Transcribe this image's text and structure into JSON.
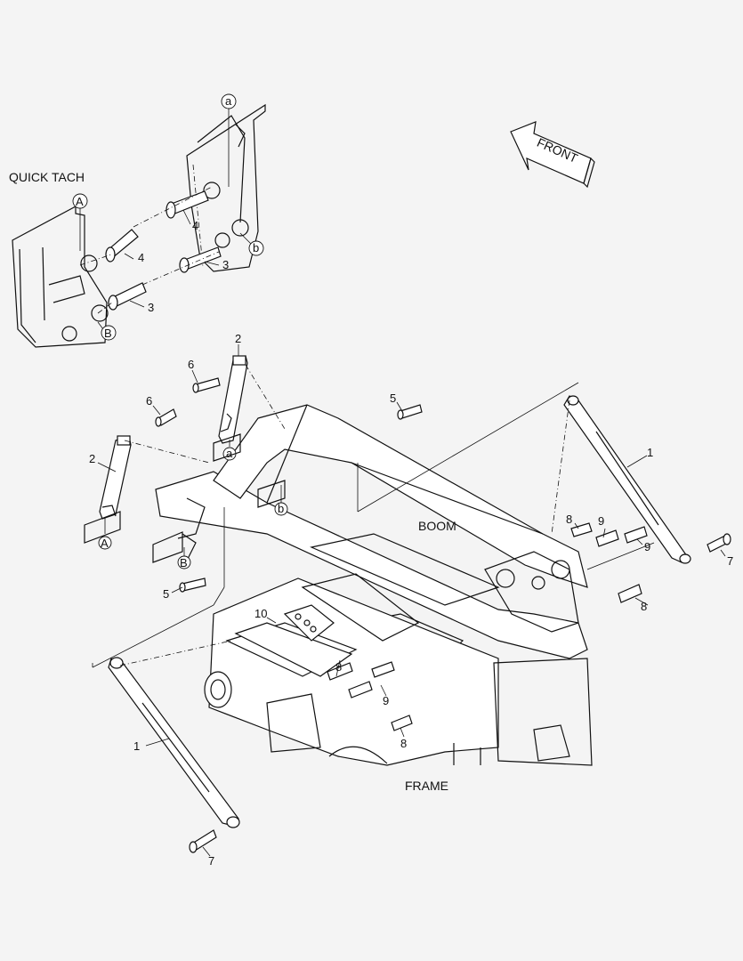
{
  "section_labels": {
    "quick_tach": "QUICK TACH",
    "boom": "BOOM",
    "frame": "FRAME",
    "front": "FRONT"
  },
  "callouts": {
    "c1a": "1",
    "c1b": "1",
    "c2a": "2",
    "c2b": "2",
    "c3a": "3",
    "c3b": "3",
    "c4a": "4",
    "c4b": "4",
    "c5a": "5",
    "c5b": "5",
    "c6a": "6",
    "c6b": "6",
    "c7a": "7",
    "c7b": "7",
    "c8a": "8",
    "c8b": "8",
    "c8c": "8",
    "c8d": "8",
    "c9a": "9",
    "c9b": "9",
    "c9c": "9",
    "c10": "10"
  },
  "ref_markers": {
    "a_top": "a",
    "b_top": "b",
    "A_top": "A",
    "B_top": "B",
    "a_mid": "a",
    "b_mid": "b",
    "A_mid": "A",
    "B_mid": "B"
  }
}
